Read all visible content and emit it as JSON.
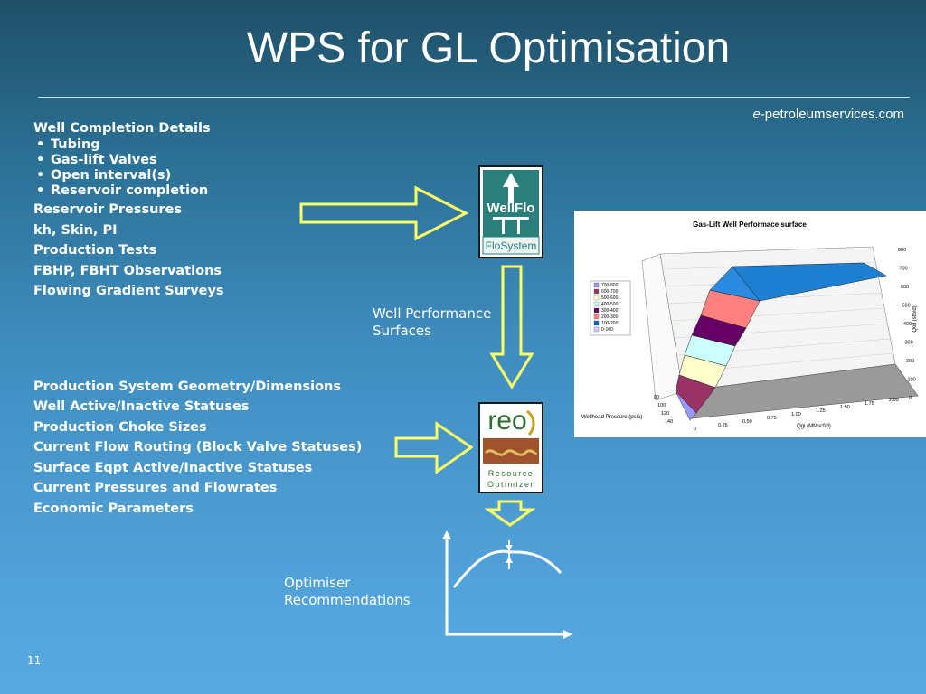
{
  "title": "WPS for GL Optimisation",
  "brand": {
    "prefix": "e",
    "rest": "-petroleumservices.com"
  },
  "well_completion": {
    "heading": "Well Completion Details",
    "bullets": [
      "Tubing",
      "Gas-lift Valves",
      "Open interval(s)",
      "Reservoir completion"
    ]
  },
  "well_inputs": [
    "Reservoir Pressures",
    "kh, Skin, PI",
    "Production Tests",
    "FBHP, FBHT Observations",
    "Flowing Gradient Surveys"
  ],
  "system_inputs": [
    "Production System Geometry/Dimensions",
    "Well Active/Inactive Statuses",
    "Production Choke Sizes",
    "Current Flow Routing (Block Valve Statuses)",
    "Surface Eqpt Active/Inactive Statuses",
    "Current Pressures and Flowrates",
    "Economic Parameters"
  ],
  "well_performance_label": [
    "Well Performance",
    "Surfaces"
  ],
  "optimiser_label": [
    "Optimiser",
    "Recommendations"
  ],
  "wellflo_logo": {
    "top": "WellFlo",
    "bottom": "FloSystem"
  },
  "reo_logo": {
    "top": "reo",
    "line1": "Resource",
    "line2": "Optimizer"
  },
  "surface_chart": {
    "title": "Gas-Lift Well Performace surface",
    "z_label": "Qoil (stb/d)",
    "x_label": "Qgi (MMscf/d)",
    "y_label": "Wellhead Pressure (psia)",
    "z_ticks": [
      "800",
      "700",
      "600",
      "500",
      "400",
      "300",
      "200",
      "100",
      "0"
    ],
    "x_ticks": [
      "0",
      "0.25",
      "0.50",
      "0.75",
      "1.00",
      "1.25",
      "1.50",
      "1.75",
      "2.00"
    ],
    "y_ticks": [
      "80",
      "100",
      "120",
      "140"
    ],
    "legend": [
      "700-800",
      "600-700",
      "500-600",
      "400-500",
      "300-400",
      "200-300",
      "100-200",
      "0-100"
    ],
    "legend_colors": [
      "#9999ff",
      "#993366",
      "#ffffcc",
      "#ccffff",
      "#660066",
      "#ff8080",
      "#0066cc",
      "#ccccff"
    ]
  },
  "slide_number": "11"
}
